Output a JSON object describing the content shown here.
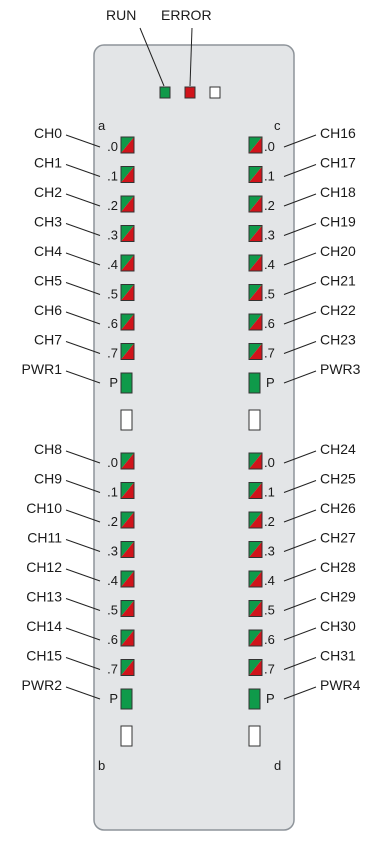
{
  "top_labels": {
    "run": "RUN",
    "error": "ERROR"
  },
  "column_letters": {
    "a": "a",
    "b": "b",
    "c": "c",
    "d": "d"
  },
  "colors": {
    "green": "#0f9a4a",
    "red": "#d0141b",
    "panel": "#e3e5e7",
    "panel_border": "#8e949a",
    "line": "#222222"
  },
  "groups": [
    {
      "left_channels": [
        "CH0",
        "CH1",
        "CH2",
        "CH3",
        "CH4",
        "CH5",
        "CH6",
        "CH7"
      ],
      "right_channels": [
        "CH16",
        "CH17",
        "CH18",
        "CH19",
        "CH20",
        "CH21",
        "CH22",
        "CH23"
      ],
      "left_pwr": "PWR1",
      "right_pwr": "PWR3"
    },
    {
      "left_channels": [
        "CH8",
        "CH9",
        "CH10",
        "CH11",
        "CH12",
        "CH13",
        "CH14",
        "CH15"
      ],
      "right_channels": [
        "CH24",
        "CH25",
        "CH26",
        "CH27",
        "CH28",
        "CH29",
        "CH30",
        "CH31"
      ],
      "left_pwr": "PWR2",
      "right_pwr": "PWR4"
    }
  ],
  "bit_labels": [
    ".0",
    ".1",
    ".2",
    ".3",
    ".4",
    ".5",
    ".6",
    ".7"
  ],
  "right_bit_labels": [
    ".0",
    ".1",
    ".2",
    ".3",
    ".4",
    ".5",
    ".6",
    ".7"
  ],
  "pwr_marker": "P"
}
